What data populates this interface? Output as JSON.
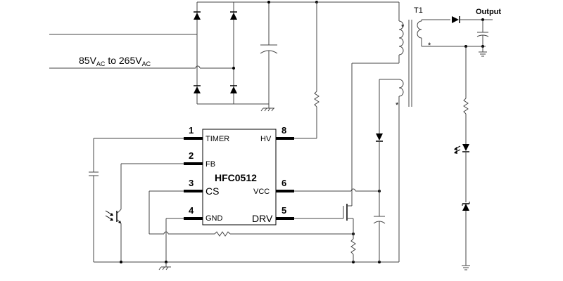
{
  "input": {
    "range_prefix": "85V",
    "range_sub1": "AC",
    "range_mid": " to 265V",
    "range_sub2": "AC"
  },
  "transformer": {
    "label": "T1",
    "dot": "*"
  },
  "output": {
    "label": "Output"
  },
  "ic": {
    "name": "HFC0512",
    "pins": [
      {
        "number": "1",
        "name": "TIMER"
      },
      {
        "number": "2",
        "name": "FB"
      },
      {
        "number": "3",
        "name": "CS"
      },
      {
        "number": "4",
        "name": "GND"
      },
      {
        "number": "8",
        "name": "HV"
      },
      {
        "number": "6",
        "name": "VCC"
      },
      {
        "number": "5",
        "name": "DRV"
      }
    ]
  }
}
